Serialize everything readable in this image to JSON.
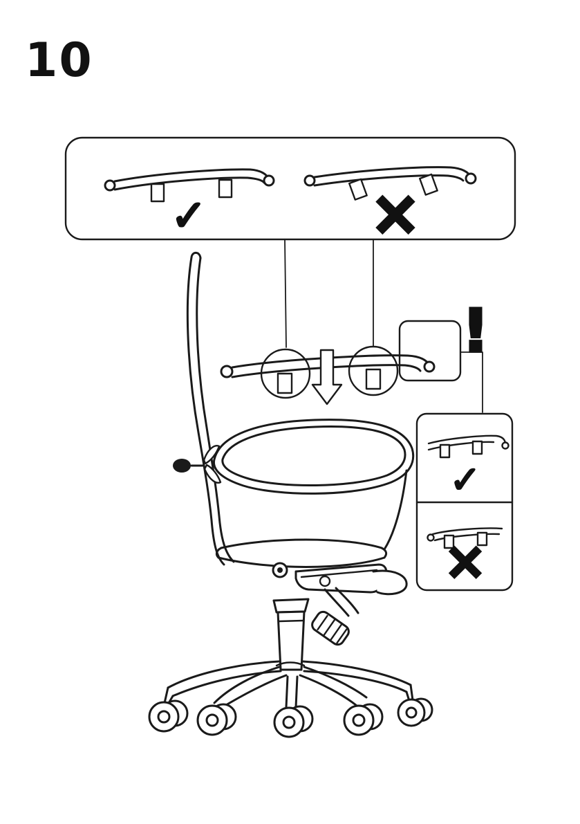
{
  "page": {
    "step_number": "10",
    "background_color": "#ffffff",
    "line_color": "#1a1a1a"
  },
  "marks": {
    "correct": "✓",
    "incorrect": "×",
    "warning": "!"
  },
  "illustration": {
    "subject": "office swivel chair side view with backrest rail orientation detail",
    "icons": [
      "checkmark-icon",
      "cross-icon",
      "exclamation-icon",
      "down-arrow-icon",
      "highlight-circle"
    ]
  }
}
